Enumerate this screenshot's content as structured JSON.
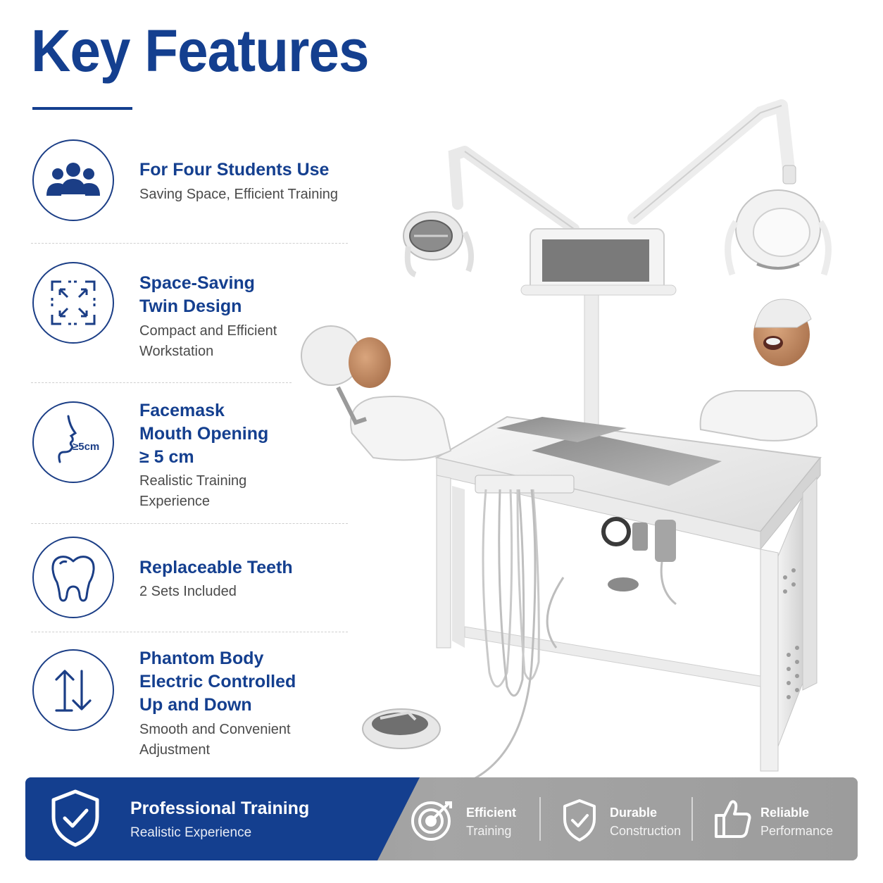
{
  "page": {
    "title": "Key Features"
  },
  "features": [
    {
      "icon": "group-icon",
      "title_lines": [
        "For Four Students Use"
      ],
      "subtitle_lines": [
        "Saving Space, Efficient Training"
      ]
    },
    {
      "icon": "compact-icon",
      "title_lines": [
        "Space-Saving",
        "Twin Design"
      ],
      "subtitle_lines": [
        "Compact and Efficient",
        "Workstation"
      ]
    },
    {
      "icon": "face-profile-icon",
      "icon_label": "≥5cm",
      "title_lines": [
        "Facemask",
        "Mouth Opening",
        "≥ 5 cm"
      ],
      "subtitle_lines": [
        "Realistic Training",
        "Experience"
      ]
    },
    {
      "icon": "tooth-icon",
      "title_lines": [
        "Replaceable Teeth"
      ],
      "subtitle_lines": [
        "2 Sets Included"
      ]
    },
    {
      "icon": "up-down-arrows-icon",
      "title_lines": [
        "Phantom Body",
        "Electric Controlled",
        "Up and Down"
      ],
      "subtitle_lines": [
        "Smooth and Convenient",
        "Adjustment"
      ]
    }
  ],
  "banner": {
    "main": {
      "icon": "shield-check-icon",
      "title": "Professional Training",
      "subtitle": "Realistic Experience"
    },
    "items": [
      {
        "icon": "target-icon",
        "line1": "Efficient",
        "line2": "Training"
      },
      {
        "icon": "shield-check-icon",
        "line1": "Durable",
        "line2": "Construction"
      },
      {
        "icon": "thumbs-up-icon",
        "line1": "Reliable",
        "line2": "Performance"
      }
    ]
  },
  "colors": {
    "brand_blue": "#143f8f",
    "banner_gray": "#9a9a9a",
    "text_gray": "#4a4a4a"
  }
}
